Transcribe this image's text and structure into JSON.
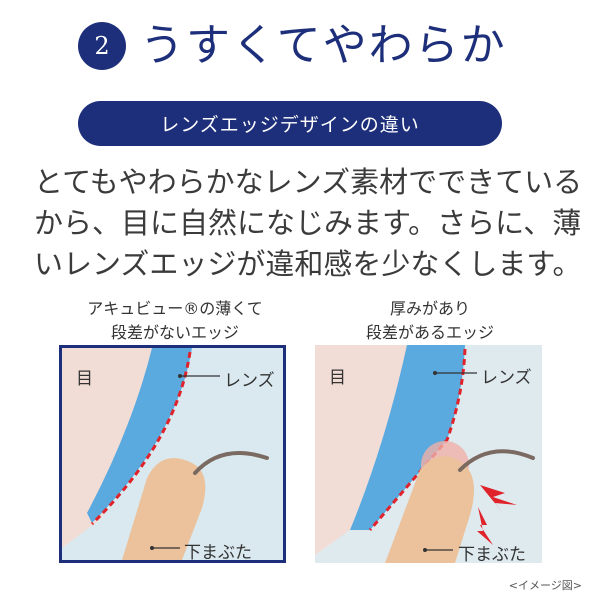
{
  "header": {
    "number": "2",
    "title": "うすくてやわらか"
  },
  "banner": {
    "text": "レンズエッジデザインの違い"
  },
  "description": {
    "lines": [
      "とてもやわらかなレンズ素材でできている",
      "から、目に自然になじみます。さらに、薄",
      "いレンズエッジが違和感を少なくします。"
    ]
  },
  "left_panel": {
    "caption_line1": "アキュビュー®の薄くて",
    "caption_line2": "段差がないエッジ",
    "eye_label": "目",
    "lens_label": "レンズ",
    "lid_label": "下まぶた"
  },
  "right_panel": {
    "caption_line1": "厚みがあり",
    "caption_line2": "段差があるエッジ",
    "eye_label": "目",
    "lens_label": "レンズ",
    "lid_label": "下まぶた"
  },
  "footnote": "<イメージ図>",
  "colors": {
    "navy": "#1d2f7a",
    "eye_pink": "#f2ddd6",
    "tear_film": "#d9e9ef",
    "lens_blue": "#5aa9df",
    "eyelid": "#ebc29c",
    "edge_dash": "#e0222b"
  }
}
